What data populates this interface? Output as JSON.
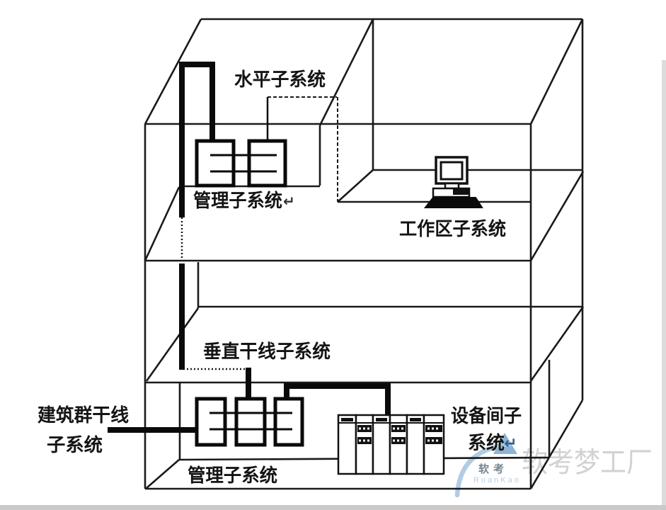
{
  "diagram": {
    "type": "structured-cabling-building-diagram",
    "colors": {
      "line": "#1a1a1a",
      "cable": "#0a0a0a",
      "background": "#ffffff",
      "frame_gray": "#c9c9c9",
      "edge_gray": "#dcdcdc",
      "watermark_blue": "#a9c7e2",
      "watermark_peak_blue": "#7aa6cc",
      "watermark_gray": "#d2d2d2",
      "return_mark_blue": "#2f5f96"
    },
    "labels": {
      "horizontal": "水平子系统",
      "management_top": "管理子系统",
      "return_top": "↵",
      "workarea": "工作区子系统",
      "vertical_backbone": "垂直干线子系统",
      "campus_line1": "建筑群干线",
      "campus_line2": "子系统",
      "equipment_line1": "设备间子",
      "equipment_line2": "系统",
      "return_equipment": "↵",
      "management_bottom": "管理子系统"
    },
    "icons": {
      "computer": "workstation-computer-icon",
      "racks": "equipment-rack-icons",
      "patch_panels": "patch-panel-box-icons"
    }
  },
  "watermark": {
    "brand_cn": "软考",
    "brand_en": "RuanKao",
    "studio_text": "软考梦工厂"
  }
}
